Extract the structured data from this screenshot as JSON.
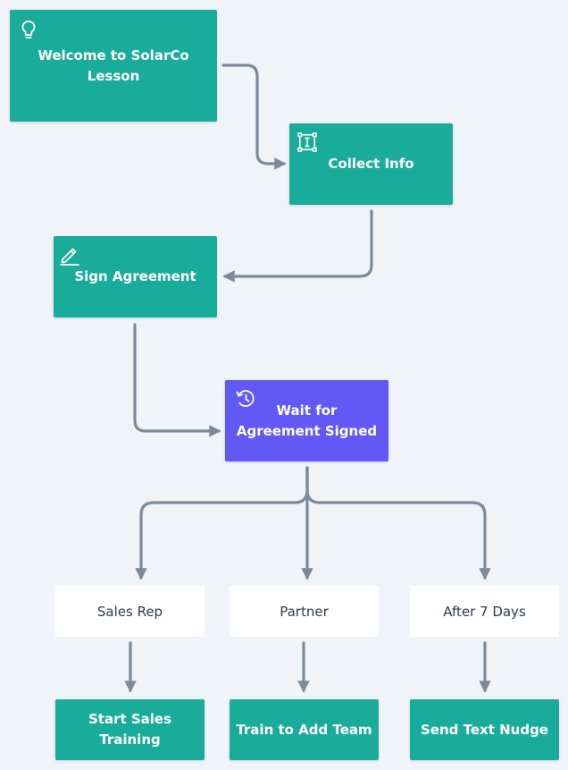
{
  "flow": {
    "nodes": {
      "welcome": {
        "label": "Welcome to SolarCo\nLesson",
        "icon": "lightbulb-icon"
      },
      "collect_info": {
        "label": "Collect Info",
        "icon": "text-input-icon"
      },
      "sign_agreement": {
        "label": "Sign Agreement",
        "icon": "pencil-icon"
      },
      "wait": {
        "label": "Wait for\nAgreement Signed",
        "icon": "clock-history-icon"
      }
    },
    "branches": [
      {
        "label": "Sales Rep",
        "action": "Start Sales\nTraining"
      },
      {
        "label": "Partner",
        "action": "Train to Add Team"
      },
      {
        "label": "After 7 Days",
        "action": "Send Text Nudge"
      }
    ]
  },
  "colors": {
    "background": "#f0f4f9",
    "step_node": "#1aac9a",
    "wait_node": "#6258f6",
    "branch_node": "#ffffff",
    "connector": "#7d8a9a"
  }
}
